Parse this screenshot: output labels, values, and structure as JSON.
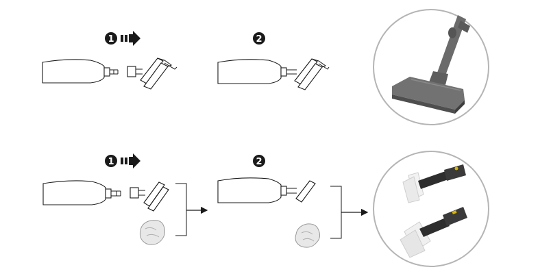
{
  "colors": {
    "ink": "#1a1a1a",
    "circle_border": "#b5b5b5",
    "appliance_grey": "#6b6b6b",
    "cloth_grey": "#e8e8e8"
  },
  "row1": {
    "step1": {
      "number": "1",
      "arrow_icon": "right-arrow-icon"
    },
    "step2": {
      "number": "2"
    },
    "photo": "floor-nozzle-on-tube-image"
  },
  "row2": {
    "step1": {
      "number": "1",
      "arrow_icon": "right-arrow-icon"
    },
    "step2": {
      "number": "2"
    },
    "photo": "hand-nozzle-with-cloth-image"
  }
}
